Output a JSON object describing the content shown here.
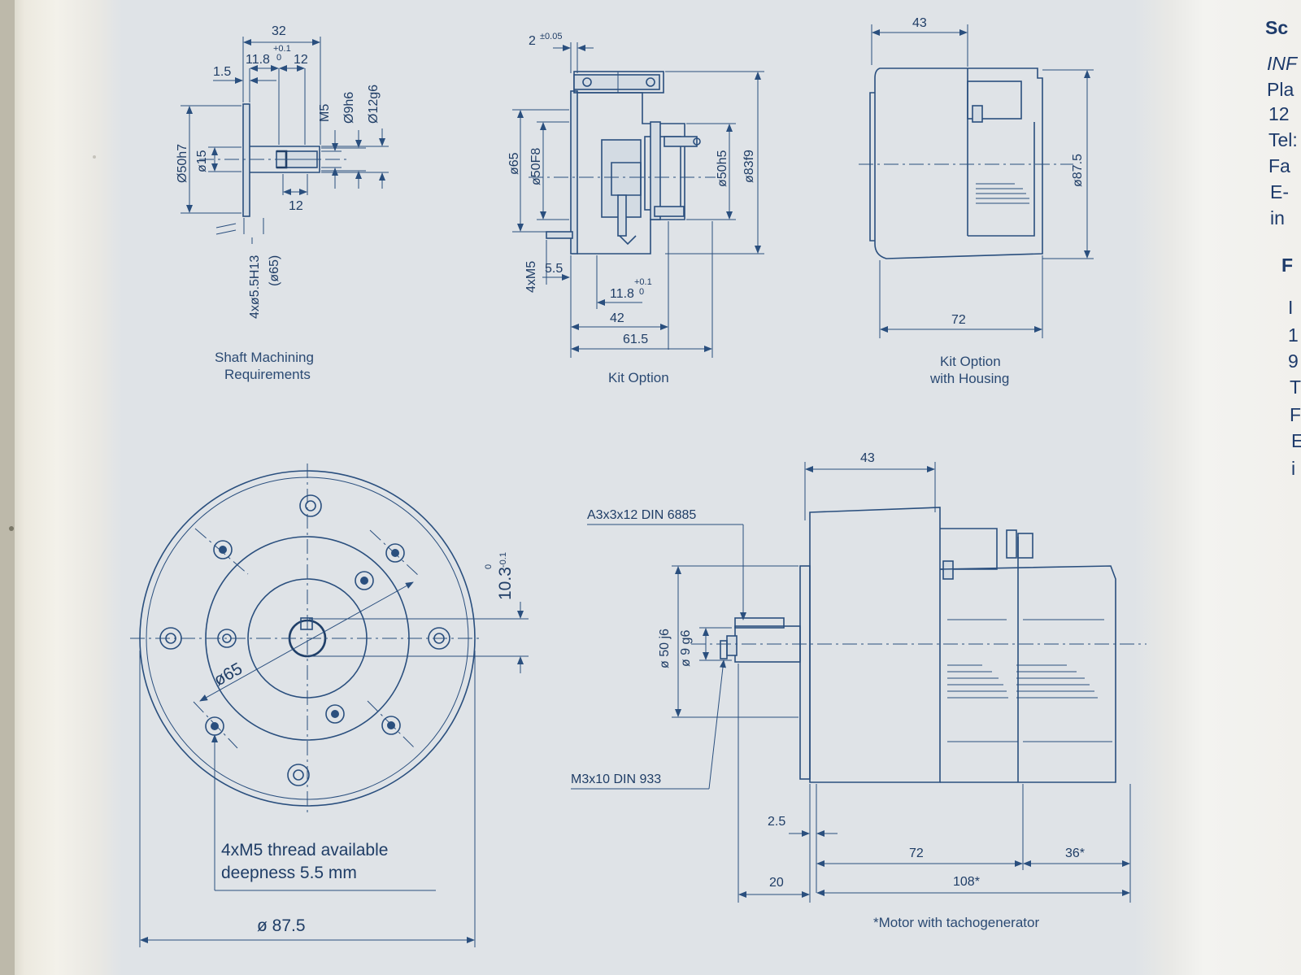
{
  "captions": {
    "shaft_l1": "Shaft Machining",
    "shaft_l2": "Requirements",
    "kit": "Kit Option",
    "housing_l1": "Kit Option",
    "housing_l2": "with Housing",
    "motor_note": "*Motor with tachogenerator"
  },
  "shaft": {
    "d32": "32",
    "d15": "1.5",
    "d118": "11.8",
    "tol_up": "+0.1",
    "tol_lo": "0",
    "d12a": "12",
    "d12b": "12",
    "m5": "M5",
    "o9h6": "Ø9h6",
    "o12g6": "Ø12g6",
    "o50h7": "Ø50h7",
    "o15": "ø15",
    "holes": "4xø5.5H13",
    "o65p": "(ø65)"
  },
  "kit": {
    "d2": "2",
    "d2tol": "±0.05",
    "o65": "ø65",
    "o50f8": "ø50F8",
    "o50h5": "ø50h5",
    "o83f9": "ø83f9",
    "m5": "4xM5",
    "d55": "5.5",
    "d118": "11.8",
    "tol_up": "+0.1",
    "tol_lo": "0",
    "d42": "42",
    "d615": "61.5"
  },
  "housing": {
    "d43": "43",
    "d72": "72",
    "o875": "ø87.5"
  },
  "front": {
    "o65": "ø65",
    "d103": "10.3",
    "tol_up": "0",
    "tol_lo": "-0.1",
    "note_l1": "4xM5 thread available",
    "note_l2": "deepness 5.5 mm",
    "o875": "ø 87.5"
  },
  "side": {
    "d43": "43",
    "key": "A3x3x12 DIN 6885",
    "screw": "M3x10 DIN 933",
    "o50j6": "ø 50 j6",
    "o9g6": "ø 9 g6",
    "d25": "2.5",
    "d72": "72",
    "d36": "36*",
    "d20": "20",
    "d108": "108*"
  },
  "right_page": {
    "h1": "Sc",
    "r1": "INF",
    "r2": "Pla",
    "r3": "12",
    "r4": "Tel:",
    "r5": "Fa",
    "r6": "E-",
    "r7": "in",
    "h2": "F",
    "s1": "I",
    "s2": "1",
    "s3": "9",
    "s4": "T",
    "s5": "F",
    "s6": "E",
    "s7": "i"
  }
}
